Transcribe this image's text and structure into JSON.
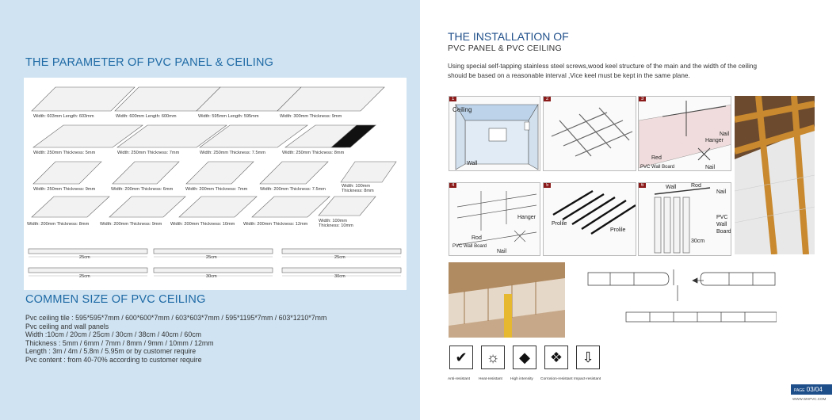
{
  "left": {
    "param_title": "THE PARAMETER OF PVC PANEL & CEILING",
    "panel_captions": [
      "Width: 603mm Length: 603mm",
      "Width: 600mm Length: 600mm",
      "Width: 595mm Length: 595mm",
      "Width: 300mm Thickness: 9mm",
      "Width: 250mm Thickness: 5mm",
      "Width: 250mm Thickness: 7mm",
      "Width: 250mm Thickness: 7.5mm",
      "Width: 250mm Thickness: 8mm",
      "Width: 250mm Thickness: 9mm",
      "Width: 200mm Thickness: 6mm",
      "Width: 200mm Thickness: 7mm",
      "Width: 200mm Thickness: 7.5mm",
      "Width: 100mm Thickness: 8mm",
      "Width: 200mm Thickness: 8mm",
      "Width: 200mm Thickness: 9mm",
      "Width: 200mm Thickness: 10mm",
      "Width: 200mm Thickness: 12mm",
      "Width: 100mm Thickness: 10mm"
    ],
    "profile_labels": [
      "25cm",
      "25cm",
      "25cm",
      "25cm",
      "30cm",
      "30cm"
    ],
    "size_title": "COMMEN SIZE OF PVC CEILING",
    "size_lines": [
      "Pvc ceiling tile : 595*595*7mm / 600*600*7mm / 603*603*7mm / 595*1195*7mm / 603*1210*7mm",
      "Pvc ceiling and wall panels",
      "Width :10cm / 20cm / 25cm / 30cm / 38cm / 40cm / 60cm",
      "Thickness : 5mm / 6mm / 7mm / 8mm / 9mm / 10mm / 12mm",
      "Length : 3m / 4m / 5.8m / 5.95m or by customer require",
      "Pvc content : from 40-70% according to customer require"
    ]
  },
  "right": {
    "title": "THE INSTALLATION OF",
    "subtitle": "PVC PANEL & PVC CEILING",
    "description": "Using special self-tapping stainless steel screws,wood keel structure of the main and the width of the ceiling shouid be based on a reasonable interval ,Vice keel must be kept in the same plane.",
    "steps": [
      {
        "num": "1",
        "labels": [
          "Ceiling",
          "Wall"
        ]
      },
      {
        "num": "2",
        "labels": []
      },
      {
        "num": "3",
        "labels": [
          "Nail",
          "Hanger",
          "Red",
          "PVC Wall Board",
          "Nail"
        ]
      },
      {
        "num": "4",
        "labels": [
          "Hanger",
          "Rod",
          "PVC Wall Board",
          "Nail"
        ]
      },
      {
        "num": "5",
        "labels": [
          "Prolile",
          "Prolile"
        ]
      },
      {
        "num": "6",
        "labels": [
          "Wall",
          "Rod",
          "Nail",
          "PVC",
          "Wall",
          "Board",
          "30cm"
        ]
      }
    ],
    "features": [
      {
        "icon": "check-icon",
        "label": "Anti-resistant"
      },
      {
        "icon": "sun-icon",
        "label": "Heat-resistant"
      },
      {
        "icon": "diamond-icon",
        "label": "High intensity"
      },
      {
        "icon": "grid-diamond-icon",
        "label": "Corrosion-resistant"
      },
      {
        "icon": "impact-icon",
        "label": "Impact-resistant"
      }
    ],
    "page_label": "PAGE",
    "page_num": "03/04",
    "website": "WWW.WHPVC.COM"
  },
  "colors": {
    "left_bg": "#cfe3f2",
    "title_blue": "#1f6aa5",
    "dark_blue": "#1f4f8a",
    "step_red": "#8b1a1a"
  }
}
